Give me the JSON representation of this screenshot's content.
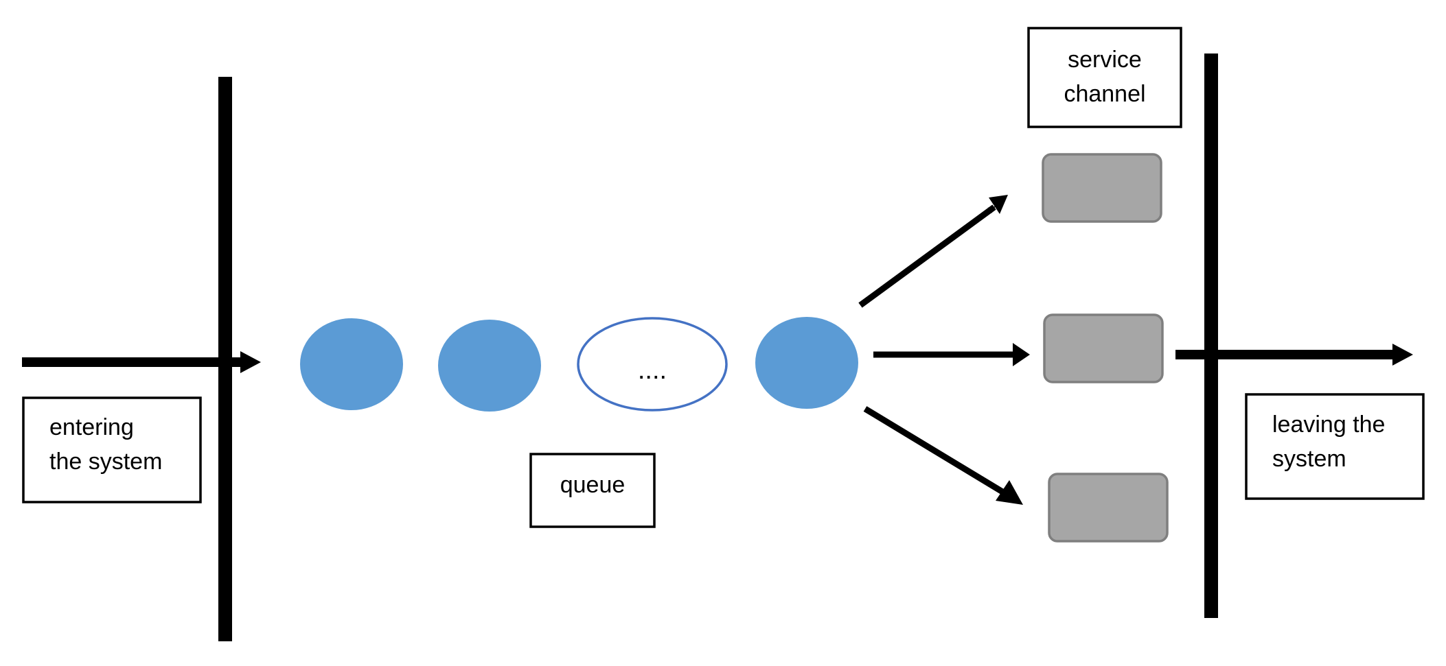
{
  "labels": {
    "entering_line1": "entering",
    "entering_line2": "the system",
    "queue": "queue",
    "service_line1": "service",
    "service_line2": "channel",
    "leaving_line1": "leaving the",
    "leaving_line2": "system",
    "ellipsis": "...."
  },
  "colors": {
    "customer_fill": "#5b9bd5",
    "ellipsis_stroke": "#4472c4",
    "server_fill": "#a6a6a6",
    "server_stroke": "#7f7f7f",
    "line": "#000000"
  }
}
